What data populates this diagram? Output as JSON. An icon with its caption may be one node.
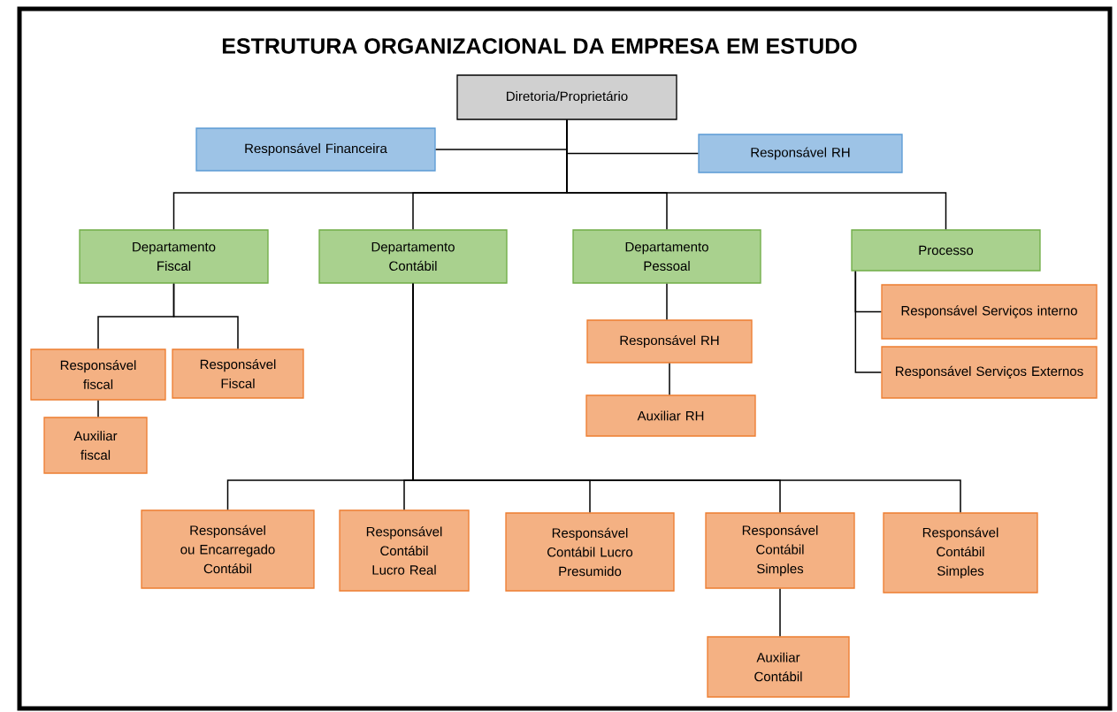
{
  "diagram": {
    "title": "ESTRUTURA ORGANIZACIONAL DA EMPRESA EM ESTUDO",
    "nodes": [
      {
        "text": [
          "Diretoria/Proprietário"
        ]
      },
      {
        "text": [
          "Responsável Financeira"
        ]
      },
      {
        "text": [
          "Responsável RH"
        ]
      },
      {
        "text": [
          "Departamento Fiscal"
        ]
      },
      {
        "text": [
          "Departamento Contábil"
        ]
      },
      {
        "text": [
          "Departamento Pessoal"
        ]
      },
      {
        "text": [
          "Processo"
        ]
      },
      {
        "text": [
          "Responsável fiscal"
        ]
      },
      {
        "text": [
          "Responsável Fiscal"
        ]
      },
      {
        "text": [
          "Auxiliar fiscal"
        ]
      },
      {
        "text": [
          "Responsável RH"
        ]
      },
      {
        "text": [
          "Auxiliar RH"
        ]
      },
      {
        "text": [
          "Responsável Serviços interno"
        ]
      },
      {
        "text": [
          "Responsável Serviços Externos"
        ]
      },
      {
        "text": [
          "Responsável ou Encarregado Contábil"
        ]
      },
      {
        "text": [
          "Responsável Contábil Lucro Real"
        ]
      },
      {
        "text": [
          "Responsável Contábil Lucro Presumido"
        ]
      },
      {
        "text": [
          "Responsável Contábil Simples"
        ]
      },
      {
        "text": [
          "Responsável Contábil Simples"
        ]
      },
      {
        "text": [
          "Auxiliar Contábil"
        ]
      }
    ],
    "edges": [
      {
        "from": 0,
        "to": 1,
        "arrow": "none"
      },
      {
        "from": 0,
        "to": 2,
        "arrow": "none"
      },
      {
        "from": 0,
        "to": 3,
        "arrow": "none"
      },
      {
        "from": 0,
        "to": 4,
        "arrow": "none"
      },
      {
        "from": 0,
        "to": 5,
        "arrow": "none"
      },
      {
        "from": 0,
        "to": 6,
        "arrow": "none"
      },
      {
        "from": 3,
        "to": 7,
        "arrow": "none"
      },
      {
        "from": 3,
        "to": 8,
        "arrow": "none"
      },
      {
        "from": 7,
        "to": 9,
        "arrow": "none"
      },
      {
        "from": 5,
        "to": 10,
        "arrow": "none"
      },
      {
        "from": 10,
        "to": 11,
        "arrow": "none"
      },
      {
        "from": 6,
        "to": 12,
        "arrow": "none"
      },
      {
        "from": 6,
        "to": 13,
        "arrow": "none"
      },
      {
        "from": 4,
        "to": 14,
        "arrow": "none"
      },
      {
        "from": 4,
        "to": 15,
        "arrow": "none"
      },
      {
        "from": 4,
        "to": 16,
        "arrow": "none"
      },
      {
        "from": 4,
        "to": 17,
        "arrow": "none"
      },
      {
        "from": 4,
        "to": 18,
        "arrow": "none"
      },
      {
        "from": 17,
        "to": 19,
        "arrow": "none"
      }
    ]
  }
}
